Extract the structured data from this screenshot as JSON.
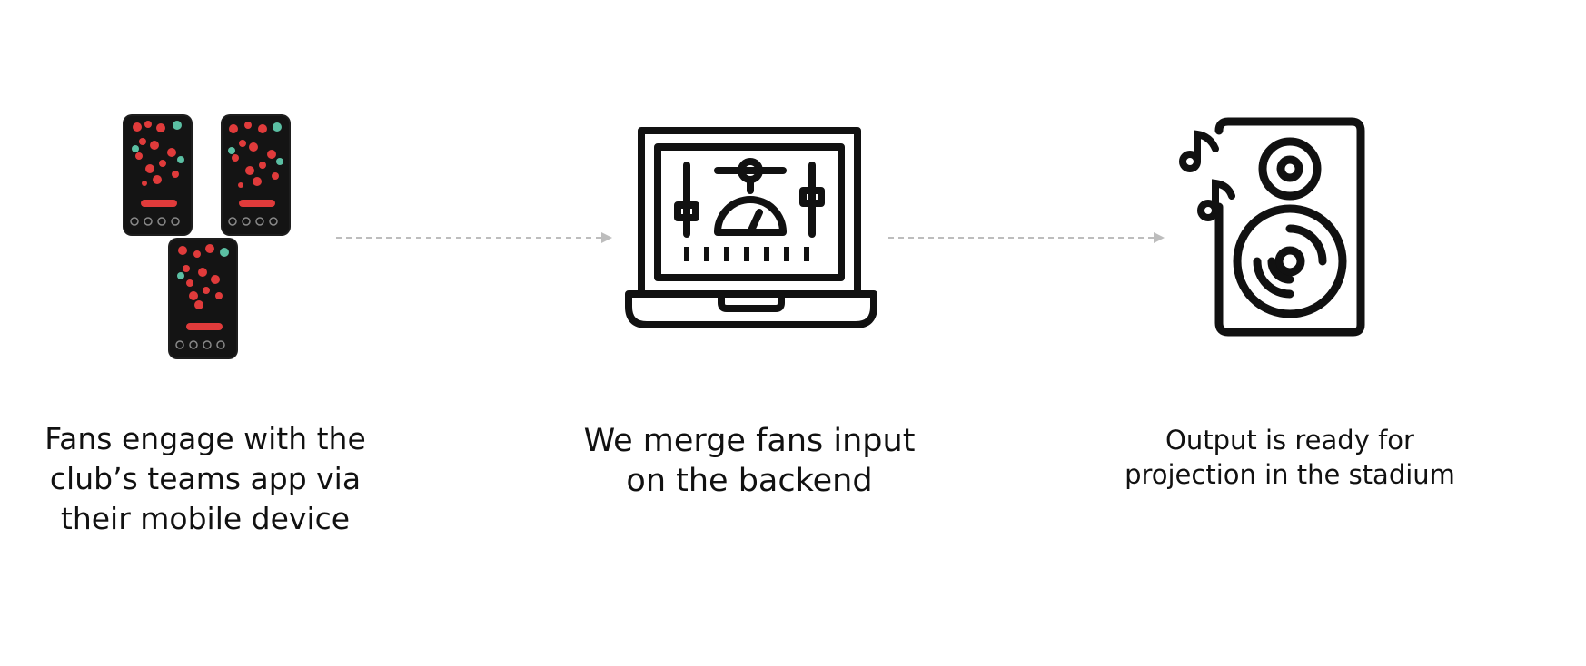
{
  "steps": [
    {
      "icon": "mobile-app-phones",
      "label_lines": [
        "Fans engage with the",
        "club’s teams app via",
        "their mobile device"
      ]
    },
    {
      "icon": "laptop-mixer-icon",
      "label_lines": [
        "We merge fans input",
        "on the backend"
      ]
    },
    {
      "icon": "speaker-icon",
      "label_lines": [
        "Output is ready for",
        "projection in the stadium"
      ]
    }
  ],
  "colors": {
    "text": "#111111",
    "icon_stroke": "#111111",
    "arrow": "#bdbdbd",
    "phone_bg": "#141414",
    "phone_accent_red": "#e03b3b",
    "phone_accent_teal": "#5bbfa3"
  }
}
